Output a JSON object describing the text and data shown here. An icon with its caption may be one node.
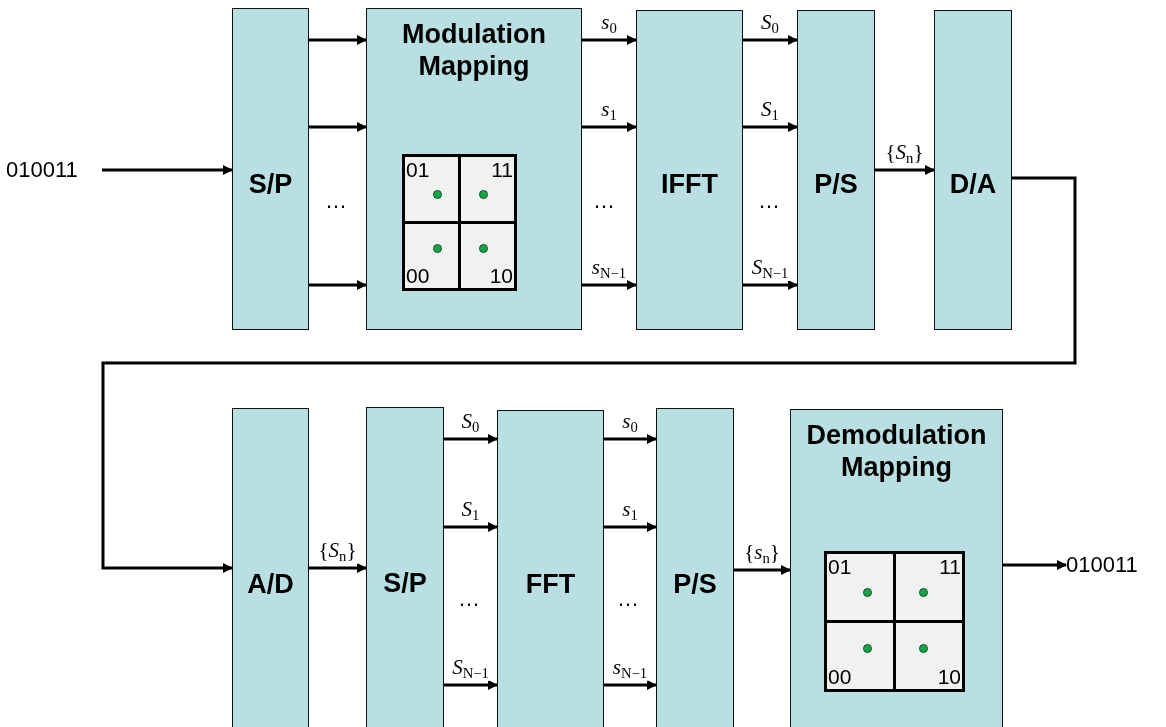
{
  "diagram": {
    "nodes": [
      {
        "text": [
          "010011"
        ]
      },
      {
        "text": [
          "S/P"
        ]
      },
      {
        "text": [
          "Modulation Mapping"
        ]
      },
      {
        "text": [
          "01"
        ],
        "in": 2
      },
      {
        "text": [
          "11"
        ],
        "in": 2
      },
      {
        "text": [
          "00"
        ],
        "in": 2
      },
      {
        "text": [
          "10"
        ],
        "in": 2
      },
      {
        "text": [
          "IFFT"
        ]
      },
      {
        "text": [
          "P/S"
        ]
      },
      {
        "text": [
          "D/A"
        ]
      },
      {
        "text": [
          "A/D"
        ]
      },
      {
        "text": [
          "S/P"
        ]
      },
      {
        "text": [
          "FFT"
        ]
      },
      {
        "text": [
          "P/S"
        ]
      },
      {
        "text": [
          "Demodulation Mapping"
        ]
      },
      {
        "text": [
          "01"
        ],
        "in": 14
      },
      {
        "text": [
          "11"
        ],
        "in": 14
      },
      {
        "text": [
          "00"
        ],
        "in": 14
      },
      {
        "text": [
          "10"
        ],
        "in": 14
      },
      {
        "text": [
          "010011"
        ]
      }
    ],
    "edges": [
      {
        "from": 0,
        "to": 1,
        "arrow": "to"
      },
      {
        "from": 1,
        "to": 2,
        "arrow": "to"
      },
      {
        "from": 1,
        "to": 2,
        "arrow": "to"
      },
      {
        "from": 1,
        "to": 2,
        "arrow": "to"
      },
      {
        "from": 2,
        "to": 7,
        "arrow": "to",
        "label": "*s*$_{0}$"
      },
      {
        "from": 2,
        "to": 7,
        "arrow": "to",
        "label": "*s*$_{1}$"
      },
      {
        "from": 2,
        "to": 7,
        "arrow": "to",
        "label": "*s*$_{N−1}$"
      },
      {
        "from": 7,
        "to": 8,
        "arrow": "to",
        "label": "*S*$_{0}$"
      },
      {
        "from": 7,
        "to": 8,
        "arrow": "to",
        "label": "*S*$_{1}$"
      },
      {
        "from": 7,
        "to": 8,
        "arrow": "to",
        "label": "*S*$_{N−1}$"
      },
      {
        "from": 8,
        "to": 9,
        "arrow": "to",
        "label": "{*S*$_{n}$}"
      },
      {
        "from": 9,
        "to": 10,
        "arrow": "to"
      },
      {
        "from": 10,
        "to": 11,
        "arrow": "to",
        "label": "{*S*$_{n}$}"
      },
      {
        "from": 11,
        "to": 12,
        "arrow": "to",
        "label": "*S*$_{0}$"
      },
      {
        "from": 11,
        "to": 12,
        "arrow": "to",
        "label": "*S*$_{1}$"
      },
      {
        "from": 11,
        "to": 12,
        "arrow": "to",
        "label": "*S*$_{N−1}$"
      },
      {
        "from": 12,
        "to": 13,
        "arrow": "to",
        "label": "*s*$_{0}$"
      },
      {
        "from": 12,
        "to": 13,
        "arrow": "to",
        "label": "*s*$_{1}$"
      },
      {
        "from": 12,
        "to": 13,
        "arrow": "to",
        "label": "*s*$_{N−1}$"
      },
      {
        "from": 13,
        "to": 14,
        "arrow": "to",
        "label": "{*s*$_{n}$}"
      },
      {
        "from": 14,
        "to": 19,
        "arrow": "to"
      }
    ],
    "labels": [
      "…",
      "…",
      "…",
      "…",
      "…"
    ]
  }
}
